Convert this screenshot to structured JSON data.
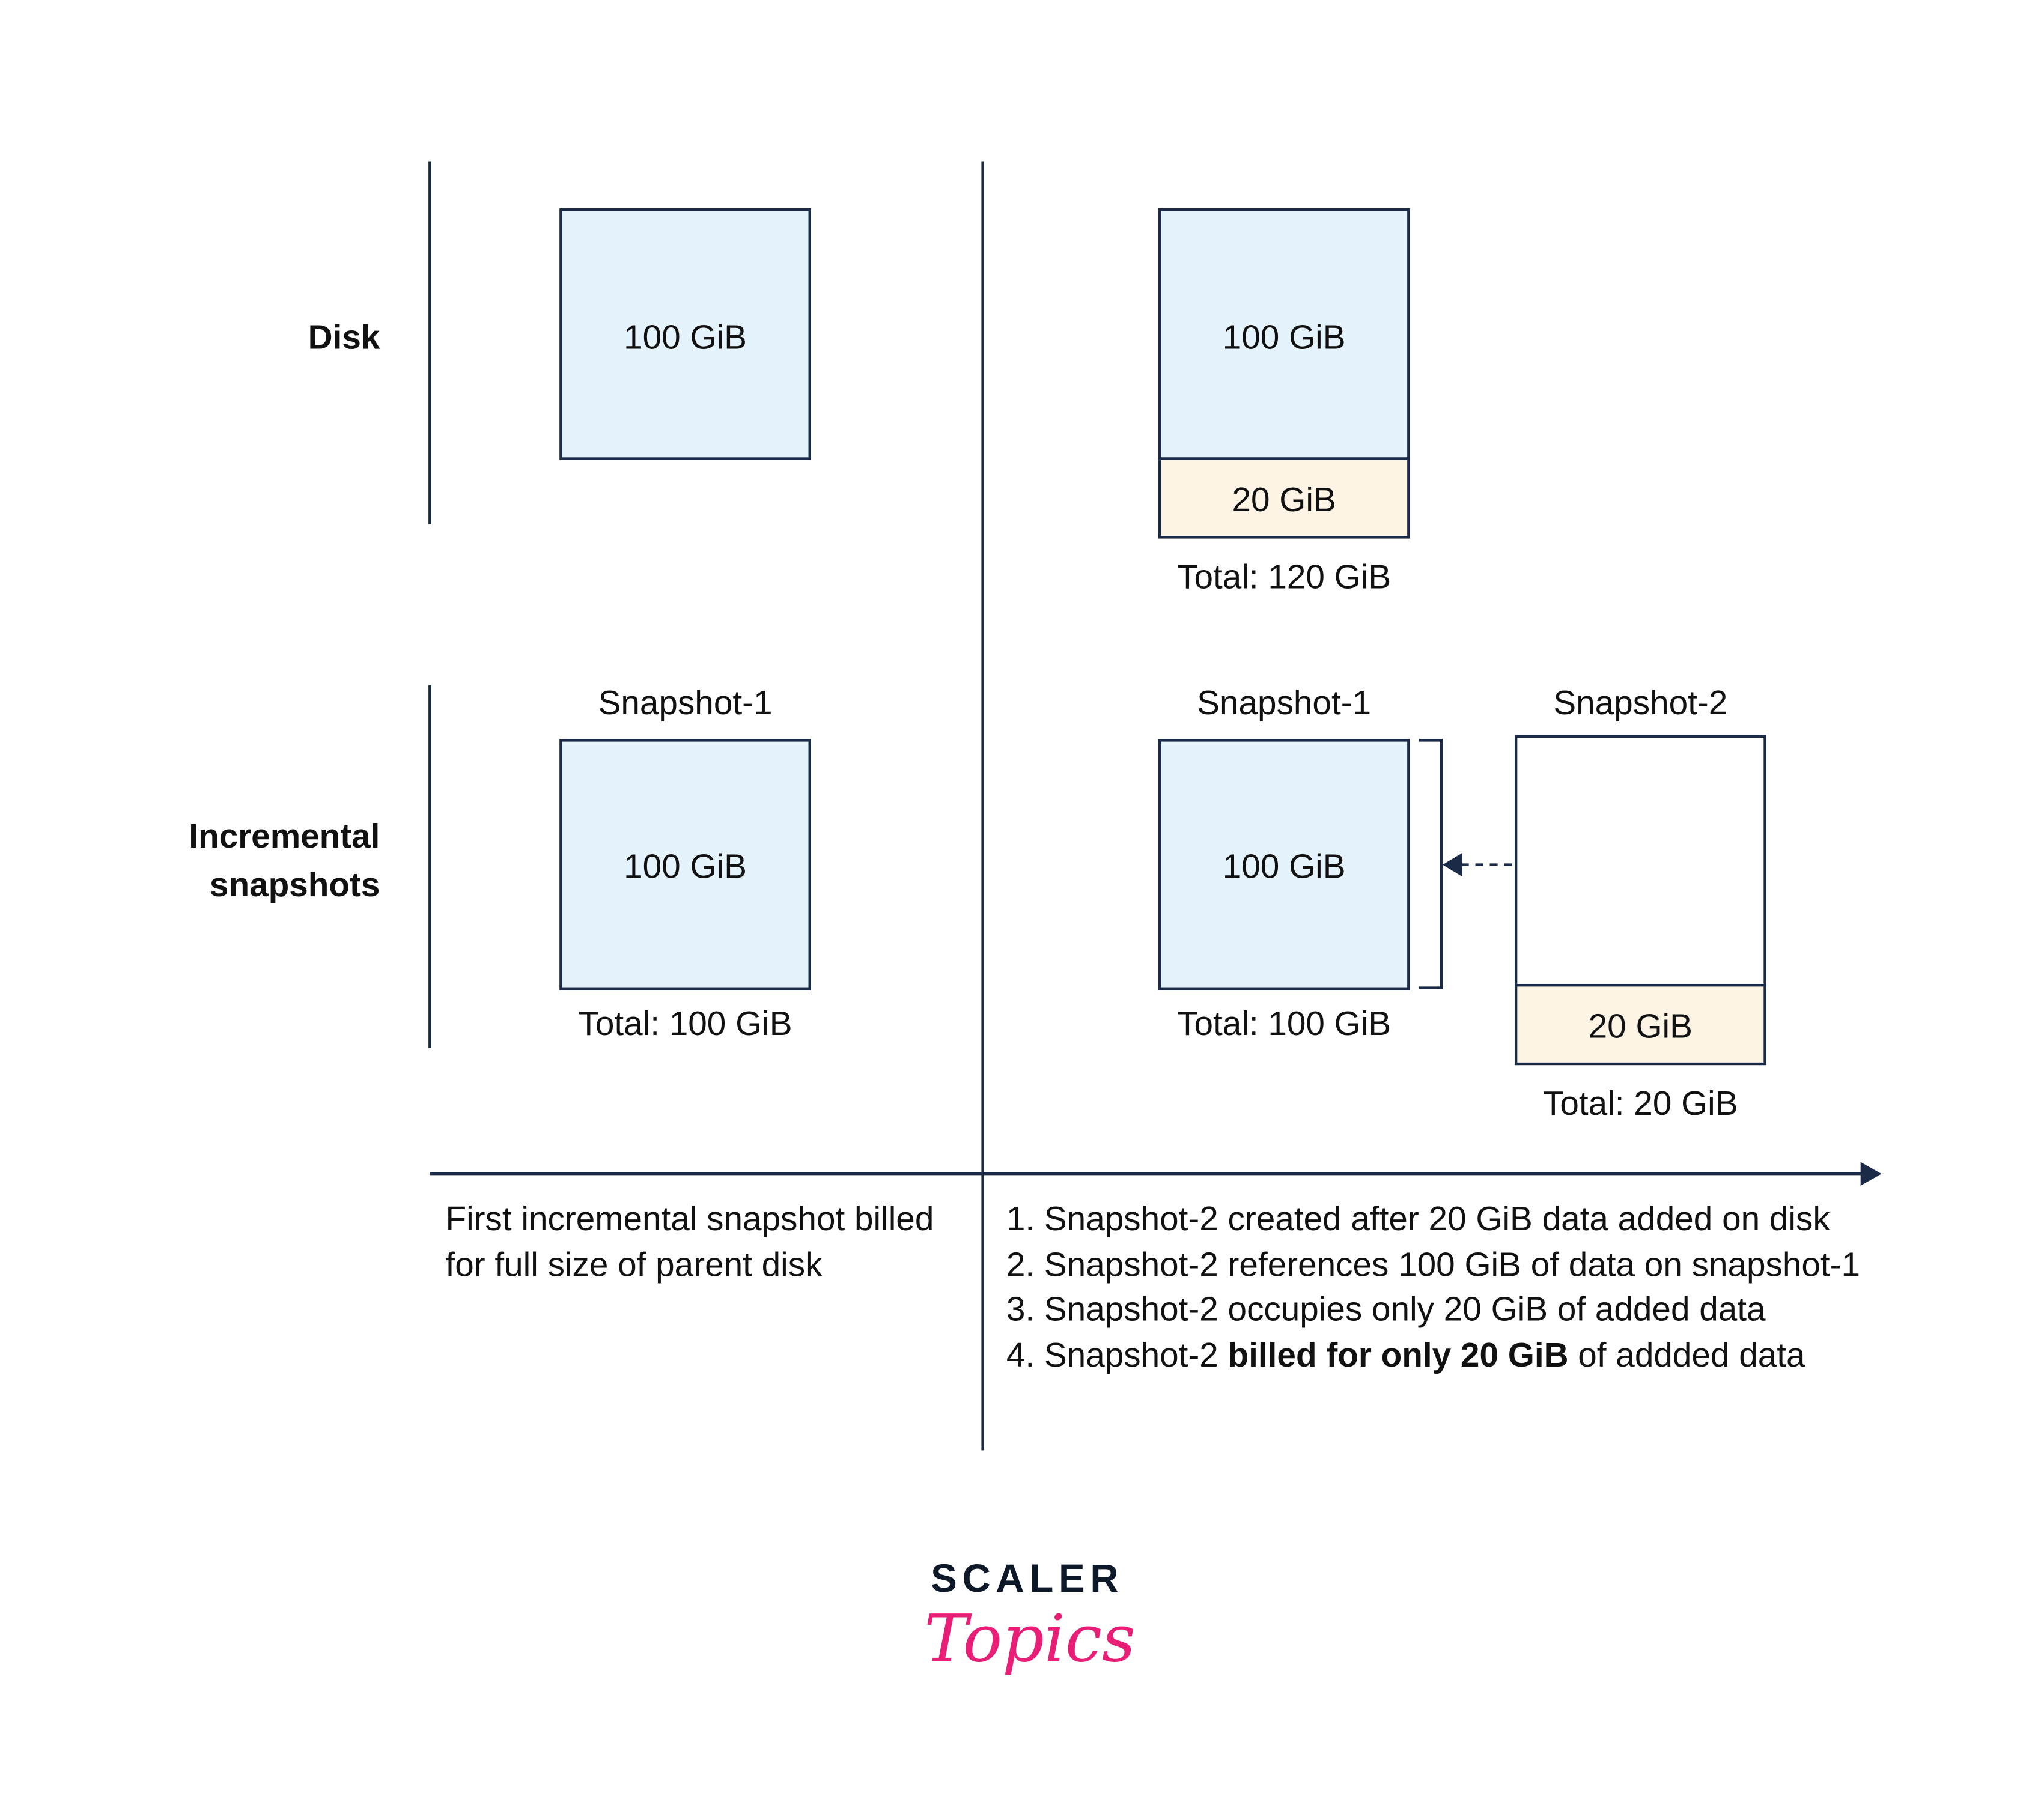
{
  "colors": {
    "line": "#1B2A47",
    "full_block": "#E5F3FD",
    "added_block": "#FDF4E6",
    "brand_pink": "#E91E77",
    "brand_dark": "#0D1829"
  },
  "rows": {
    "disk": "Disk",
    "snapshots_line1": "Incremental",
    "snapshots_line2": "snapshots"
  },
  "left": {
    "disk_block": "100 GiB",
    "snapshot_title": "Snapshot-1",
    "snapshot_block": "100 GiB",
    "snapshot_total": "Total: 100 GiB",
    "caption": [
      "First incremental snapshot billed",
      "for full size of parent disk"
    ]
  },
  "right": {
    "disk_block": "100 GiB",
    "disk_added": "20 GiB",
    "disk_total": "Total: 120 GiB",
    "snapshot1_title": "Snapshot-1",
    "snapshot1_block": "100 GiB",
    "snapshot1_total": "Total: 100 GiB",
    "snapshot2_title": "Snapshot-2",
    "snapshot2_added": "20 GiB",
    "snapshot2_total": "Total: 20 GiB",
    "notes": [
      "1. Snapshot-2 created after 20 GiB data added on disk",
      "2. Snapshot-2 references 100 GiB of data on snapshot-1",
      "3. Snapshot-2 occupies only 20 GiB of added data"
    ],
    "note4": {
      "prefix": "4. Snapshot-2 ",
      "bold": "billed for only 20 GiB",
      "suffix": " of addded data"
    }
  },
  "logo": {
    "top": "SCALER",
    "bottom": "Topics"
  }
}
